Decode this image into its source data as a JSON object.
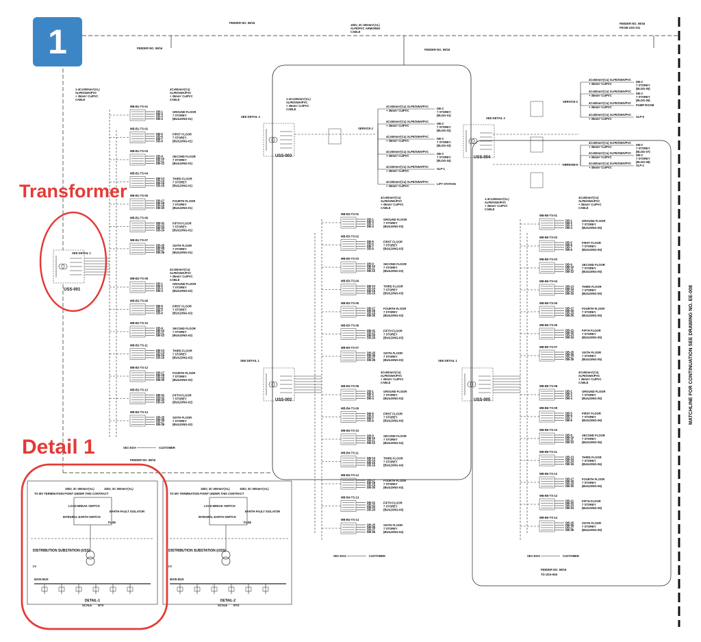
{
  "badge": "1",
  "annotations": {
    "transformer": "Transformer",
    "detail1": "Detail 1",
    "color": "#e43a36"
  },
  "feeders": {
    "top_left": "FEEDER NO. 59/16",
    "top_mid": "FEEDER NO. 59/16",
    "top_right": "FEEDER NO. 59/16",
    "top_right_sub": "FROM USS-011",
    "mid": "FEEDER NO. 59/16",
    "bottom_left": "FEEDER NO. 59/16",
    "bottom_right": "FEEDER NO. 59/16",
    "bottom_right_sub": "TO USS-006",
    "main_cable": [
      "15kV, 3C-300mm²(AL)",
      "XLPE/PVC ARMORED",
      "CABLE"
    ]
  },
  "substations": [
    {
      "id": "USS-001",
      "detail": "SEE DETAIL 1"
    },
    {
      "id": "USS-002",
      "detail": "SEE DETAIL 1"
    },
    {
      "id": "USS-003",
      "detail": "SEE DETAIL 2"
    },
    {
      "id": "USS-004",
      "detail": "SEE DETAIL 2"
    },
    {
      "id": "USS-005",
      "detail": "SEE DETAIL 1"
    }
  ],
  "cables": {
    "main_lv": [
      "1-4Cx300mm²(AL)",
      "XLPE/SWA/PVC",
      "+ 35mm² Cu/PVC",
      "CABLE"
    ],
    "branch": [
      "4Cx50mm²(Cu)",
      "XLPE/SWA/PVC",
      "+ 35mm² Cu/PVC",
      "CABLE"
    ]
  },
  "buildings": [
    {
      "tag": "MB-B1",
      "panels": [
        "MB-B1-TS-01",
        "MB-B1-TS-02",
        "MB-B1-TS-03",
        "MB-B1-TS-04",
        "MB-B1-TS-05",
        "MB-B1-TS-06",
        "MB-B1-TS-07"
      ],
      "building": "(BUILDING-01)"
    },
    {
      "tag": "MB-B2",
      "panels": [
        "MB-B2-TS-08",
        "MB-B2-TS-09",
        "MB-B2-TS-10",
        "MB-B2-TS-11",
        "MB-B2-TS-12",
        "MB-B2-TS-13",
        "MB-B2-TS-14"
      ],
      "building": "(BUILDING-02)"
    },
    {
      "tag": "MB-B3",
      "panels": [
        "MB-B3-TS-01",
        "MB-B3-TS-02",
        "MB-B3-TS-03",
        "MB-B3-TS-04",
        "MB-B3-TS-05",
        "MB-B3-TS-06",
        "MB-B3-TS-07"
      ],
      "building": "(BUILDING-03)"
    },
    {
      "tag": "MB-B4",
      "panels": [
        "MB-B4-TS-08",
        "MB-B4-TS-09",
        "MB-B4-TS-10",
        "MB-B4-TS-11",
        "MB-B4-TS-12",
        "MB-B4-TS-13",
        "MB-B4-TS-14"
      ],
      "building": "(BUILDING-04)"
    },
    {
      "tag": "MB-B5",
      "panels": [
        "MB-B5-TS-01",
        "MB-B5-TS-02",
        "MB-B5-TS-03",
        "MB-B5-TS-04",
        "MB-B5-TS-05",
        "MB-B5-TS-06",
        "MB-B5-TS-07"
      ],
      "building": "(BUILDING-05)"
    },
    {
      "tag": "MB-B6",
      "panels": [
        "MB-B6-TS-08",
        "MB-B6-TS-09",
        "MB-B6-TS-10",
        "MB-B6-TS-11",
        "MB-B6-TS-12",
        "MB-B6-TS-13",
        "MB-B6-TS-14"
      ],
      "building": "(BUILDING-06)"
    }
  ],
  "floors": [
    "GROUND FLOOR",
    "FIRST FLOOR",
    "SECOND FLOOR",
    "THIRD FLOOR",
    "FOURTH FLOOR",
    "FIFTH FLOOR",
    "SIXTH FLOOR"
  ],
  "storey": "7 STOREY",
  "service1": {
    "label": "SERVICE-1",
    "feeds": [
      {
        "cable": "4Cx50mm²(Cu) XLPE/SWA/PVC",
        "load": [
          "DB-C",
          "7 STOREY",
          "(BLDG-01)"
        ]
      },
      {
        "cable": "4Cx50mm²(Cu) XLPE/SWA/PVC",
        "load": [
          "DB-C",
          "7 STOREY",
          "(BLDG-02)"
        ]
      },
      {
        "cable": "4Cx50mm²(Cu) XLPE/SWA/PVC",
        "load": [
          "DB-C",
          "7 STOREY",
          "(BLDG-03)"
        ]
      },
      {
        "cable": "4Cx50mm²(Cu) XLPE/SWA/PVC",
        "load": [
          "DB-C",
          "7 STOREY",
          "(BLDG-04)"
        ]
      },
      {
        "cable": "4Cx50mm²(Cu) XLPE/SWA/PVC",
        "load": [
          "SLP-1"
        ]
      },
      {
        "cable": "4Cx50mm²(Cu) XLPE/SWA/PVC",
        "load": [
          "LIFT STATION"
        ]
      }
    ]
  },
  "service2": {
    "label": "SERVICE-2",
    "feeds": [
      {
        "cable": "4Cx50mm²(Cu) XLPE/SWA/PVC",
        "load": [
          "DB-C",
          "7 STOREY",
          "(BLDG-05)"
        ]
      },
      {
        "cable": "4Cx50mm²(Cu) XLPE/SWA/PVC",
        "load": [
          "DB-C",
          "7 STOREY",
          "(BLDG-06)"
        ]
      },
      {
        "cable": "4Cx50mm²(Cu) XLPE/SWA/PVC",
        "load": [
          "PUMP ROOM"
        ]
      },
      {
        "cable": "4Cx50mm²(Cu) XLPE/SWA/PVC",
        "load": [
          "SLP-5"
        ]
      }
    ]
  },
  "service3": {
    "label": "SERVICE-3",
    "feeds": [
      {
        "cable": "4Cx50mm²(Cu) XLPE/SWA/PVC",
        "load": [
          "DB-C",
          "7 STOREY",
          "(BLDG-07)"
        ]
      },
      {
        "cable": "4Cx50mm²(Cu) XLPE/SWA/PVC",
        "load": [
          "DB-C",
          "7 STOREY",
          "(BLDG-08)"
        ]
      },
      {
        "cable": "4Cx50mm²(Cu) XLPE/SWA/PVC",
        "load": [
          "SLP-2"
        ]
      }
    ]
  },
  "customer": {
    "left": "SEC-EOA",
    "right": "CUSTOMER"
  },
  "details": [
    {
      "title": "DETAIL-1",
      "scale": "SCALE",
      "nts": "NTS",
      "substation": "DISTRIBUTION SUBSTATION (USS)"
    },
    {
      "title": "DETAIL-2",
      "scale": "SCALE",
      "nts": "NTS",
      "substation": "DISTRIBUTION SUBSTATION (USS)"
    }
  ],
  "detail_labels": {
    "cable_in": "15kV, 3C-300mm²(AL)",
    "to_termination": "TO MV TERMINATION POINT UNDER THIS CONTRACT",
    "load_break": "LOAD BREAK SWITCH",
    "earth_isolator": "EARTH FAULT ISOLATOR",
    "earth_switch": "INTEGRAL EARTH SWITCH",
    "fuse": "FUSE",
    "lv": "LV",
    "busbar": "MAIN BUS"
  },
  "matchline": "MATCHLINE FOR CONTINUATION SEE DRAWING NO. EE-008"
}
